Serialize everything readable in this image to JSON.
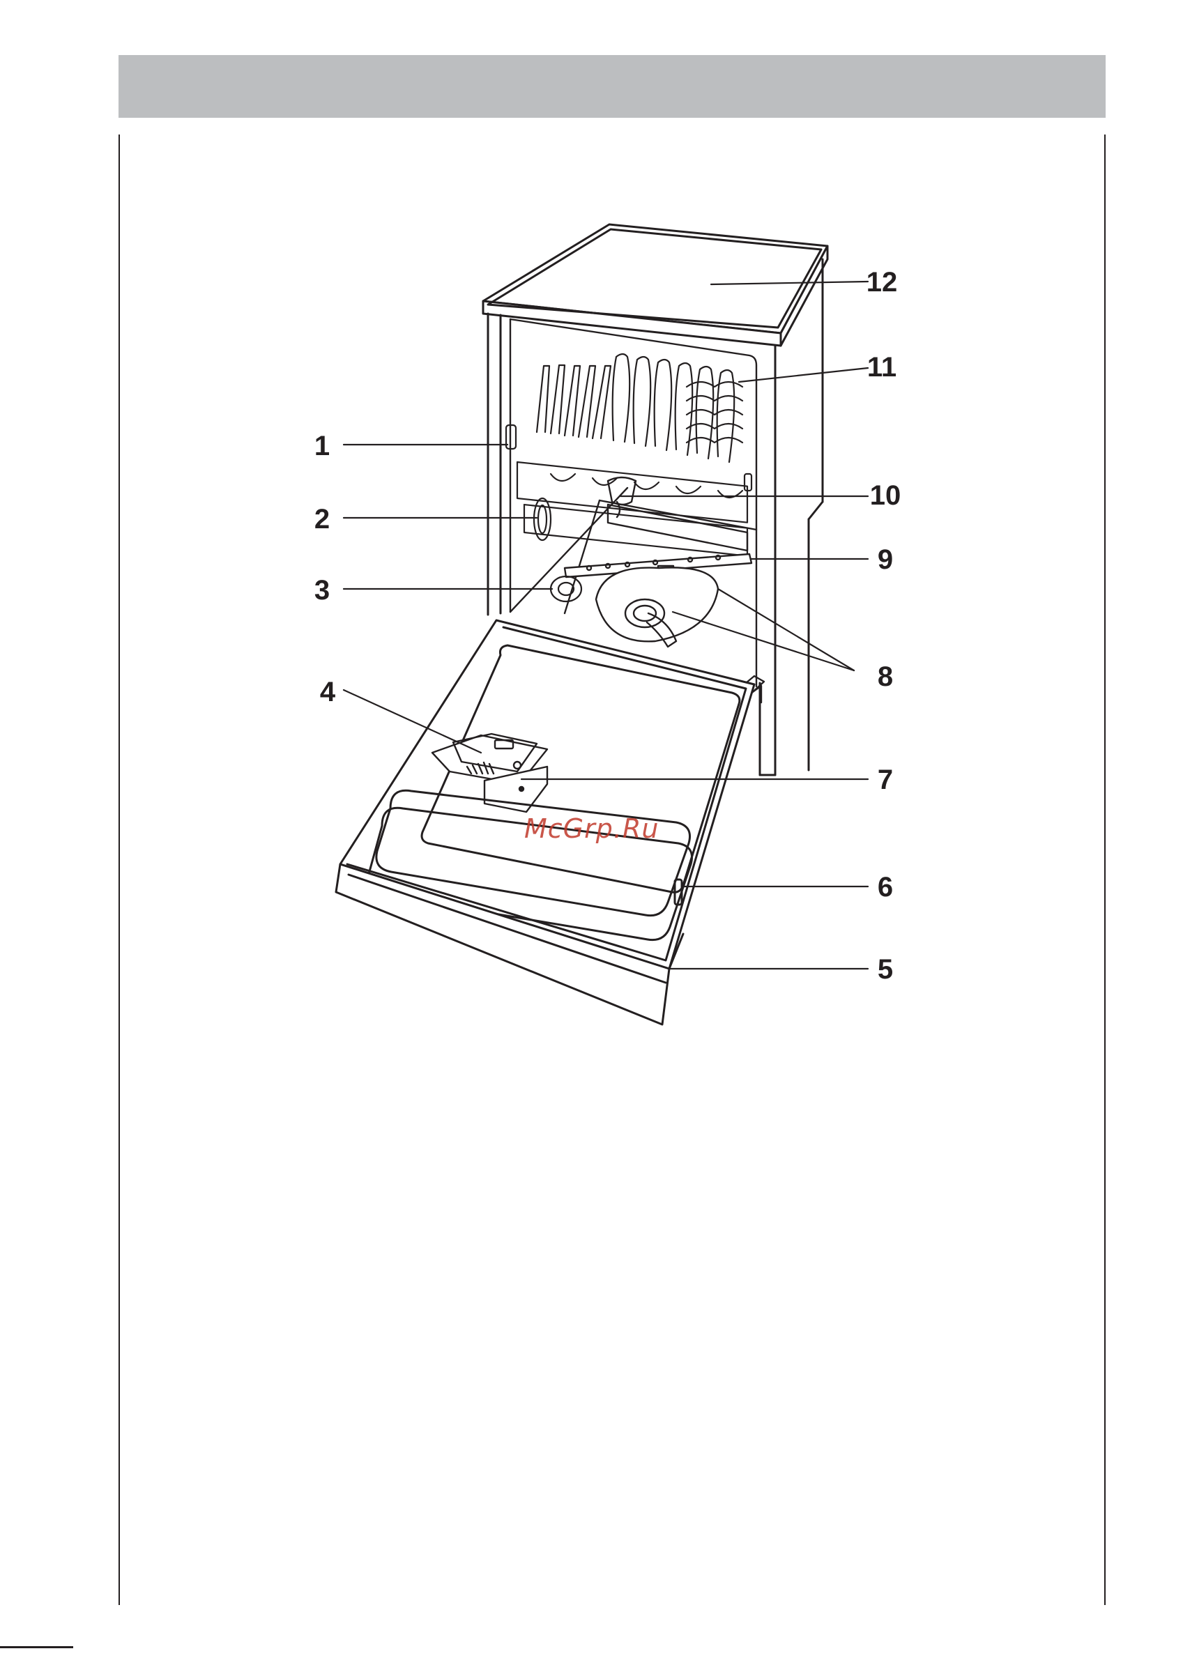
{
  "callouts": {
    "c1": "1",
    "c2": "2",
    "c3": "3",
    "c4": "4",
    "c5": "5",
    "c6": "6",
    "c7": "7",
    "c8": "8",
    "c9": "9",
    "c10": "10",
    "c11": "11",
    "c12": "12"
  },
  "watermark": "McGrp.Ru",
  "colors": {
    "header_bar": "#bcbec0",
    "line": "#231f20",
    "watermark": "#c0392b"
  }
}
